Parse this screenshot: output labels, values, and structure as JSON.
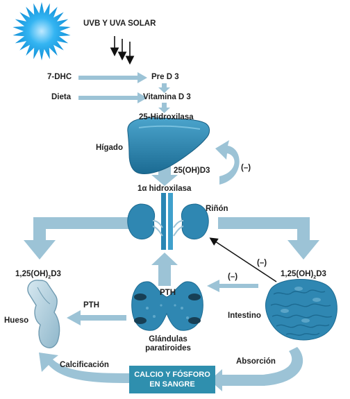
{
  "labels": {
    "sun": "UVB Y UVA SOLAR",
    "dhc": "7-DHC",
    "pred3": "Pre D 3",
    "dieta": "Dieta",
    "vitd3": "Vitamina D 3",
    "hidroxilasa25": "25-Hidroxilasa",
    "higado": "Hígado",
    "oh25d3": "25(OH)D3",
    "neg_liver": "(–)",
    "hidroxilasa1a": "1α hidroxilasa",
    "rinon": "Riñón",
    "left_oh": "1,25(OH)",
    "left_sub": "2",
    "left_d3": "D3",
    "right_oh": "1,25(OH)",
    "right_sub": "2",
    "right_d3": "D3",
    "hueso": "Hueso",
    "pth_left": "PTH",
    "pth_mid": "PTH",
    "neg_mid": "(–)",
    "neg_diag": "(–)",
    "intestino": "Intestino",
    "glandulas_line1": "Glándulas",
    "glandulas_line2": "paratiroides",
    "calcificacion": "Calcificación",
    "absorcion": "Absorción",
    "box_line1": "CALCIO Y FÓSFORO",
    "box_line2": "EN SANGRE"
  },
  "colors": {
    "arrow": "#9cc3d6",
    "organ_dark": "#1f6f96",
    "organ_mid": "#3f96bd",
    "organ_light": "#7fbfdb",
    "sun": "#1aa3e8",
    "box": "#2f8fae",
    "bone": "#a9c9d8"
  }
}
